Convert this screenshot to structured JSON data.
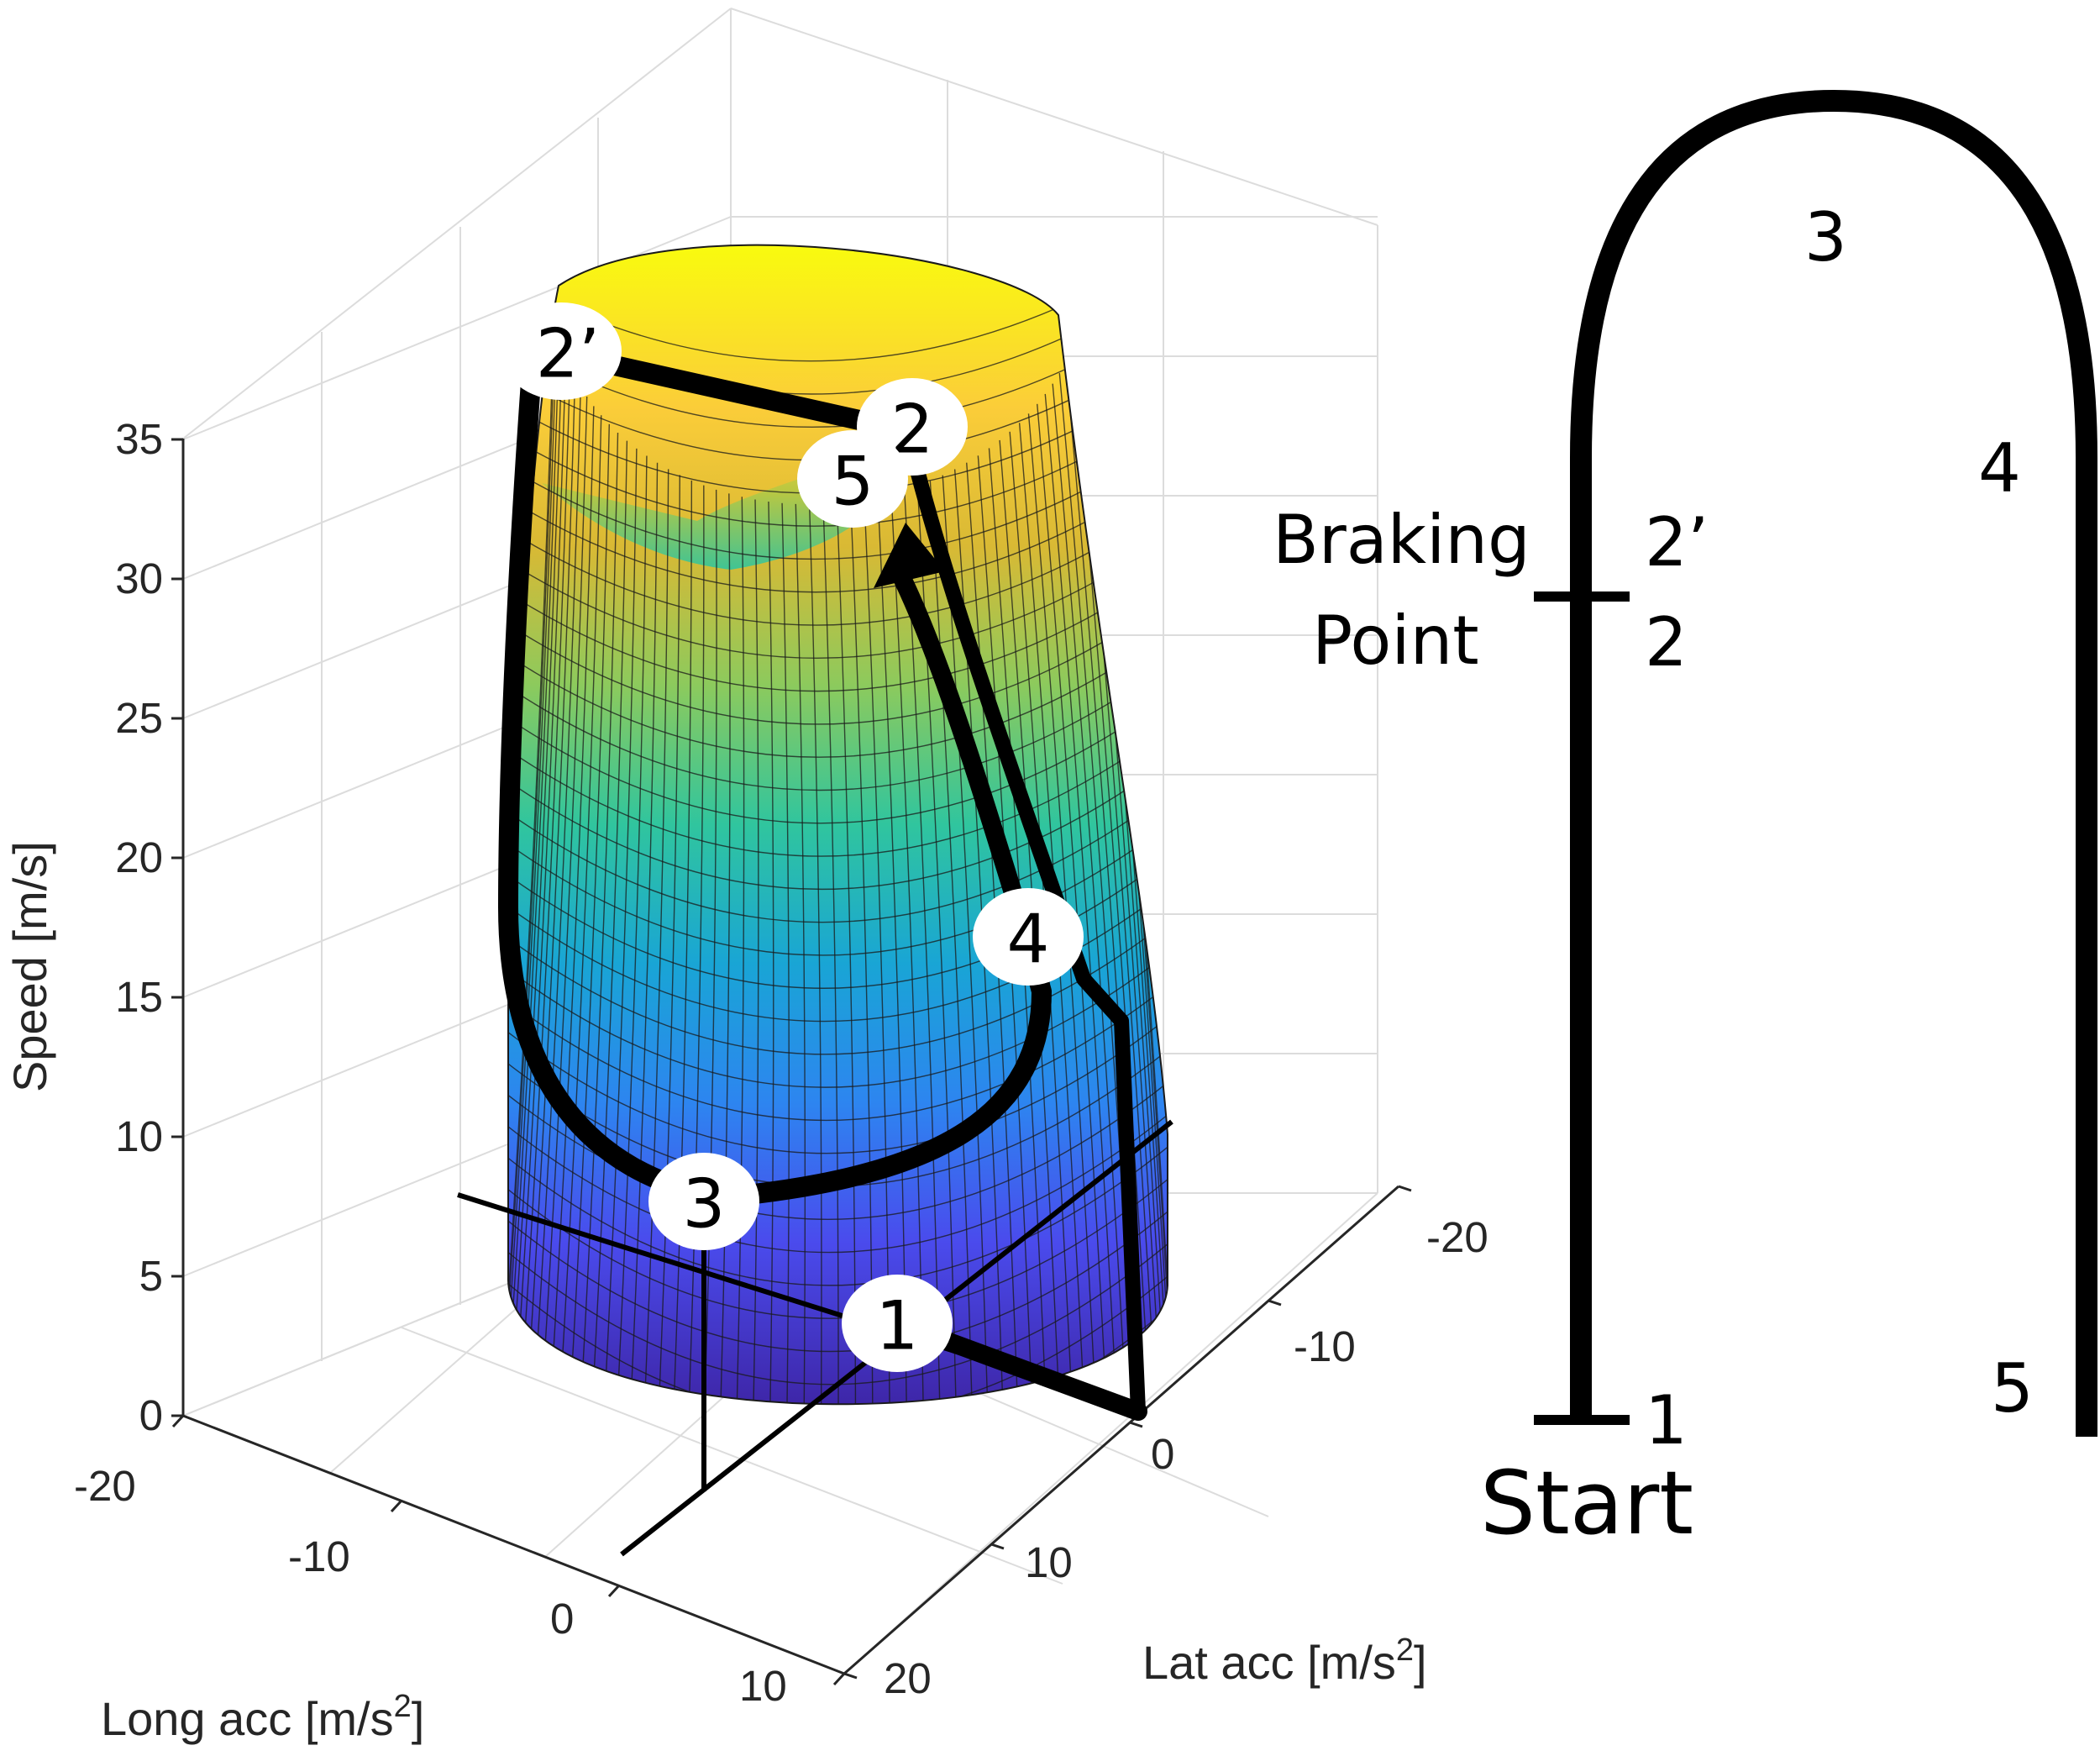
{
  "plot": {
    "z_label": "Speed [m/s]",
    "x_label": {
      "text": "Long acc [m/s",
      "sup": "2",
      "close": "]"
    },
    "y_label": {
      "text": "Lat acc [m/s",
      "sup": "2",
      "close": "]"
    },
    "z_ticks": [
      "0",
      "5",
      "10",
      "15",
      "20",
      "25",
      "30",
      "35"
    ],
    "x_ticks": [
      "-20",
      "-10",
      "0",
      "10"
    ],
    "y_ticks": [
      "20",
      "10",
      "0",
      "-10",
      "-20"
    ],
    "colormap": [
      "#3e26a8",
      "#4a4bed",
      "#2d85f0",
      "#19a5d5",
      "#30c59e",
      "#8cca5d",
      "#d9b934",
      "#fbcd39",
      "#f9fb0e"
    ],
    "path_markers": [
      "1",
      "2",
      "2’",
      "3",
      "4",
      "5"
    ]
  },
  "track": {
    "labels": [
      "1",
      "2",
      "2’",
      "3",
      "4",
      "5"
    ],
    "braking_line1": "Braking",
    "braking_line2": "Point",
    "start": "Start"
  }
}
